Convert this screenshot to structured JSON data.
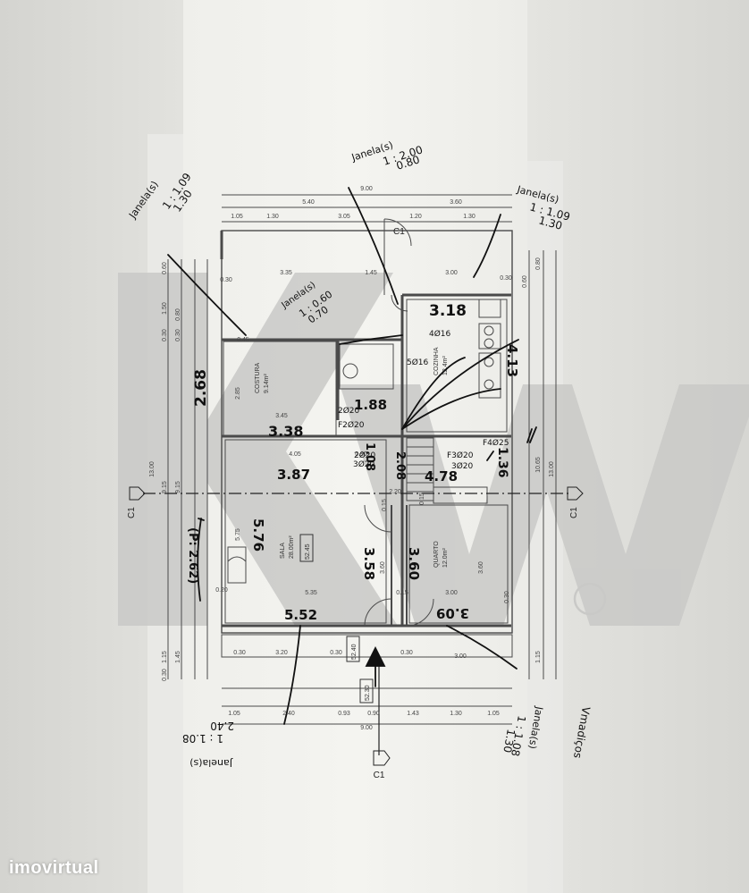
{
  "brand": {
    "watermark": "imovirtual",
    "logo_letters": "KW",
    "registered_mark": "®"
  },
  "plan": {
    "sections": [
      "C1",
      "C1",
      "C1",
      "C1"
    ],
    "rooms": [
      {
        "name": "COSTURA",
        "area": "9.14m²"
      },
      {
        "name": "SALA",
        "area": "28.00m²"
      },
      {
        "name": "QUARTO",
        "area": "12.0m²"
      },
      {
        "name": "COZINHA",
        "area": "12.4m²"
      }
    ],
    "levels": [
      "52.45",
      "52.40",
      "52.30"
    ],
    "dims_top_total": "9.00",
    "dims_top_sub": [
      "5.40",
      "3.60"
    ],
    "dims_top_detail": [
      "1.05",
      "1.30",
      "3.05",
      "1.20",
      "1.30"
    ],
    "dims_inner": [
      "3.35",
      "1.45",
      "3.00",
      "0.30",
      "0.30",
      "0.45",
      "2.85",
      "3.45",
      "4.05",
      "0.90",
      "2.20",
      "0.15",
      "0.15",
      "5.35",
      "0.15",
      "3.00",
      "0.30",
      "3.60",
      "3.60",
      "5.75",
      "0.20",
      "0.30",
      "3.20",
      "0.30",
      "0.30",
      "3.00"
    ],
    "dims_bottom": [
      "1.05",
      "2.40",
      "0.93",
      "0.90",
      "1.43",
      "1.30",
      "1.05"
    ],
    "dims_bottom_total": "9.00",
    "dims_left": [
      "0.60",
      "1.50",
      "0.80",
      "0.30",
      "0.30",
      "9.15",
      "9.15",
      "13.00",
      "1.15",
      "1.45",
      "0.30"
    ],
    "dims_right": [
      "0.80",
      "0.60",
      "10.65",
      "13.00",
      "1.15"
    ]
  },
  "annotations": [
    {
      "text": "Janela(s)"
    },
    {
      "text": "1 : 2.00"
    },
    {
      "text": "0.80"
    },
    {
      "text": "Janela(s)"
    },
    {
      "text": "1 : 1.09"
    },
    {
      "text": "1.30"
    },
    {
      "text": "Janela(s)"
    },
    {
      "text": "1 : 1.09"
    },
    {
      "text": "1.30"
    },
    {
      "text": "Janela(s)"
    },
    {
      "text": "1 : 0.60"
    },
    {
      "text": "0.70"
    },
    {
      "text": "3.18"
    },
    {
      "text": "4.13"
    },
    {
      "text": "2.68"
    },
    {
      "text": "3.38"
    },
    {
      "text": "1.88"
    },
    {
      "text": "3.87"
    },
    {
      "text": "4.78"
    },
    {
      "text": "1.36"
    },
    {
      "text": "1.08"
    },
    {
      "text": "2.08"
    },
    {
      "text": "5.76"
    },
    {
      "text": "3.58"
    },
    {
      "text": "3.60"
    },
    {
      "text": "5.52"
    },
    {
      "text": "3.09"
    },
    {
      "text": "(P: 2.62)"
    },
    {
      "text": "4Ø16"
    },
    {
      "text": "5Ø16"
    },
    {
      "text": "2Ø20"
    },
    {
      "text": "2Ø20"
    },
    {
      "text": "F2Ø20"
    },
    {
      "text": "F4Ø25"
    },
    {
      "text": "F3Ø20"
    },
    {
      "text": "3Ø20"
    },
    {
      "text": "3Ø20"
    },
    {
      "text": "Janela(s)"
    },
    {
      "text": "1 : 1.08"
    },
    {
      "text": "2.40"
    },
    {
      "text": "Janela(s)"
    },
    {
      "text": "1 : 1.08"
    },
    {
      "text": "1.30"
    },
    {
      "text": "Vmadiços"
    }
  ],
  "colors": {
    "ink": "#111111",
    "plan_line": "#4a4a4a",
    "watermark": "#c6c6c6"
  }
}
